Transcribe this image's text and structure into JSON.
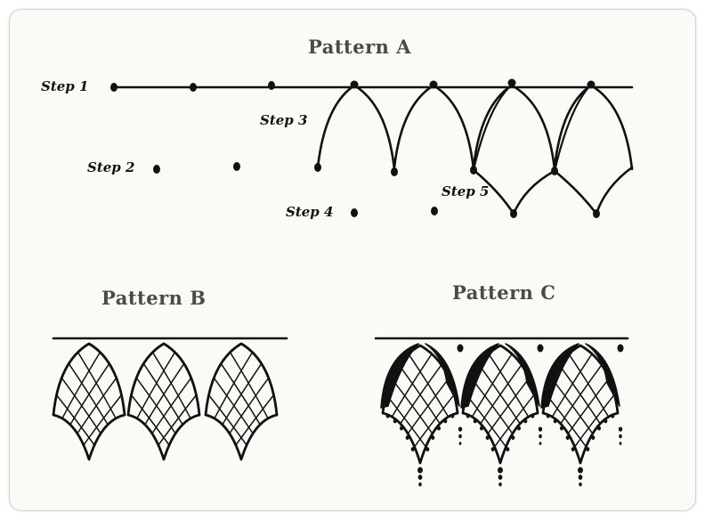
{
  "patterns": {
    "a": {
      "title": "Pattern A"
    },
    "b": {
      "title": "Pattern B"
    },
    "c": {
      "title": "Pattern C"
    }
  },
  "steps": [
    {
      "label": "Step 1"
    },
    {
      "label": "Step 2"
    },
    {
      "label": "Step 3"
    },
    {
      "label": "Step 4"
    },
    {
      "label": "Step 5"
    }
  ],
  "colors": {
    "ink": "#111111",
    "card": "#fbfaf6",
    "title": "#4a4a4a"
  }
}
